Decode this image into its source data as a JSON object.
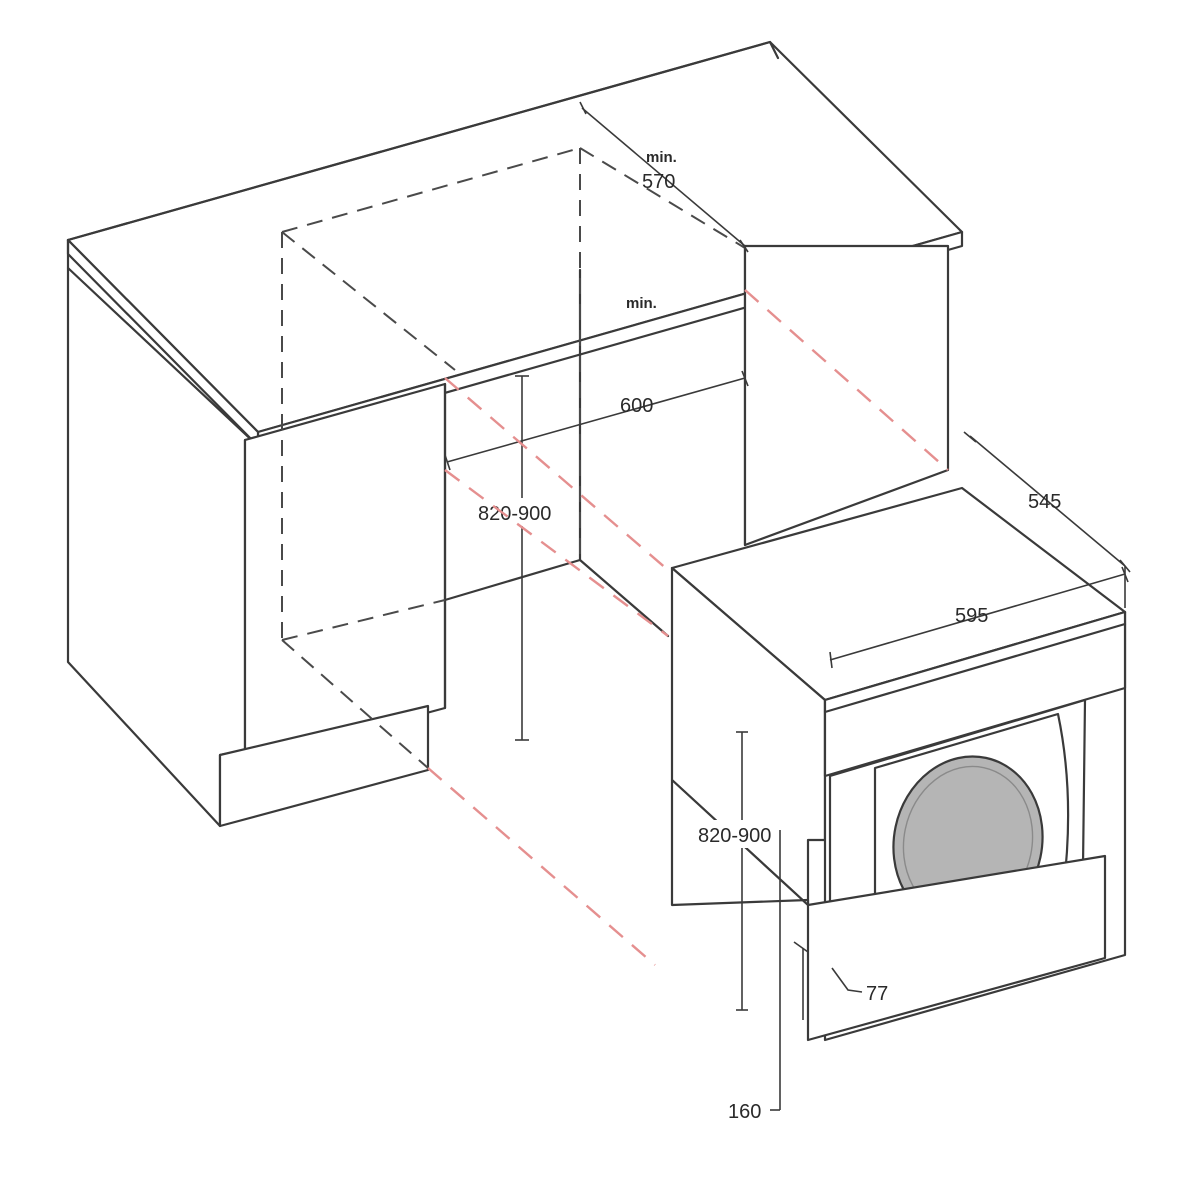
{
  "labels": {
    "depth_min_prefix": "min.",
    "depth_min_value": "570",
    "width_min_prefix": "min.",
    "width_min_value": "600",
    "niche_height": "820-900",
    "machine_depth": "545",
    "machine_width": "595",
    "machine_height": "820-900",
    "door_offset": "77",
    "plinth_height": "160"
  },
  "colors": {
    "line": "#3a3a3a",
    "alignment_dash": "#e58f8f",
    "porthole": "#b5b5b5"
  }
}
